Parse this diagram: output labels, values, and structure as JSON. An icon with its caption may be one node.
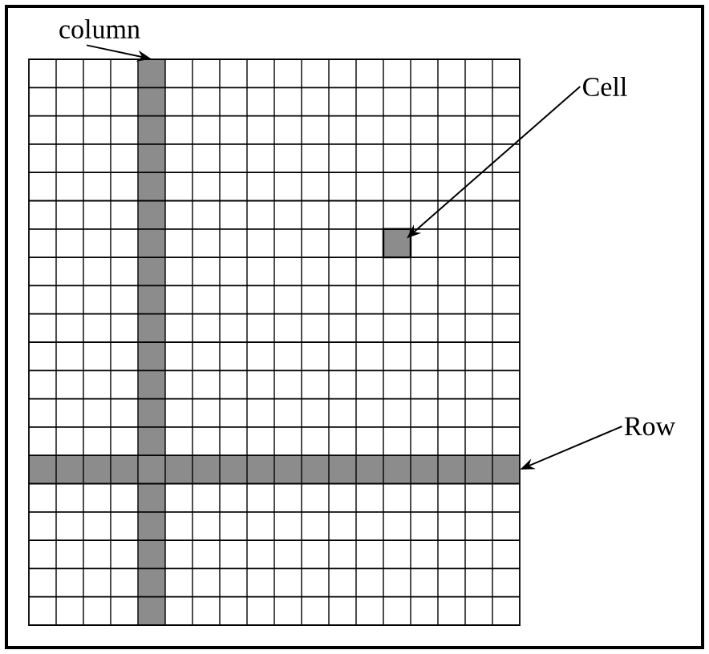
{
  "diagram": {
    "nodes": [
      {
        "text": [
          "column"
        ]
      },
      {
        "text": [],
        "shape": "bar"
      },
      {
        "text": [
          "Cell"
        ]
      },
      {
        "text": [],
        "shape": "box"
      },
      {
        "text": [
          "Row"
        ]
      },
      {
        "text": [],
        "shape": "bar"
      }
    ],
    "edges": [
      {
        "from": 0,
        "to": 1,
        "arrow": "to"
      },
      {
        "from": 2,
        "to": 3,
        "arrow": "to"
      },
      {
        "from": 4,
        "to": 5,
        "arrow": "to"
      }
    ]
  }
}
